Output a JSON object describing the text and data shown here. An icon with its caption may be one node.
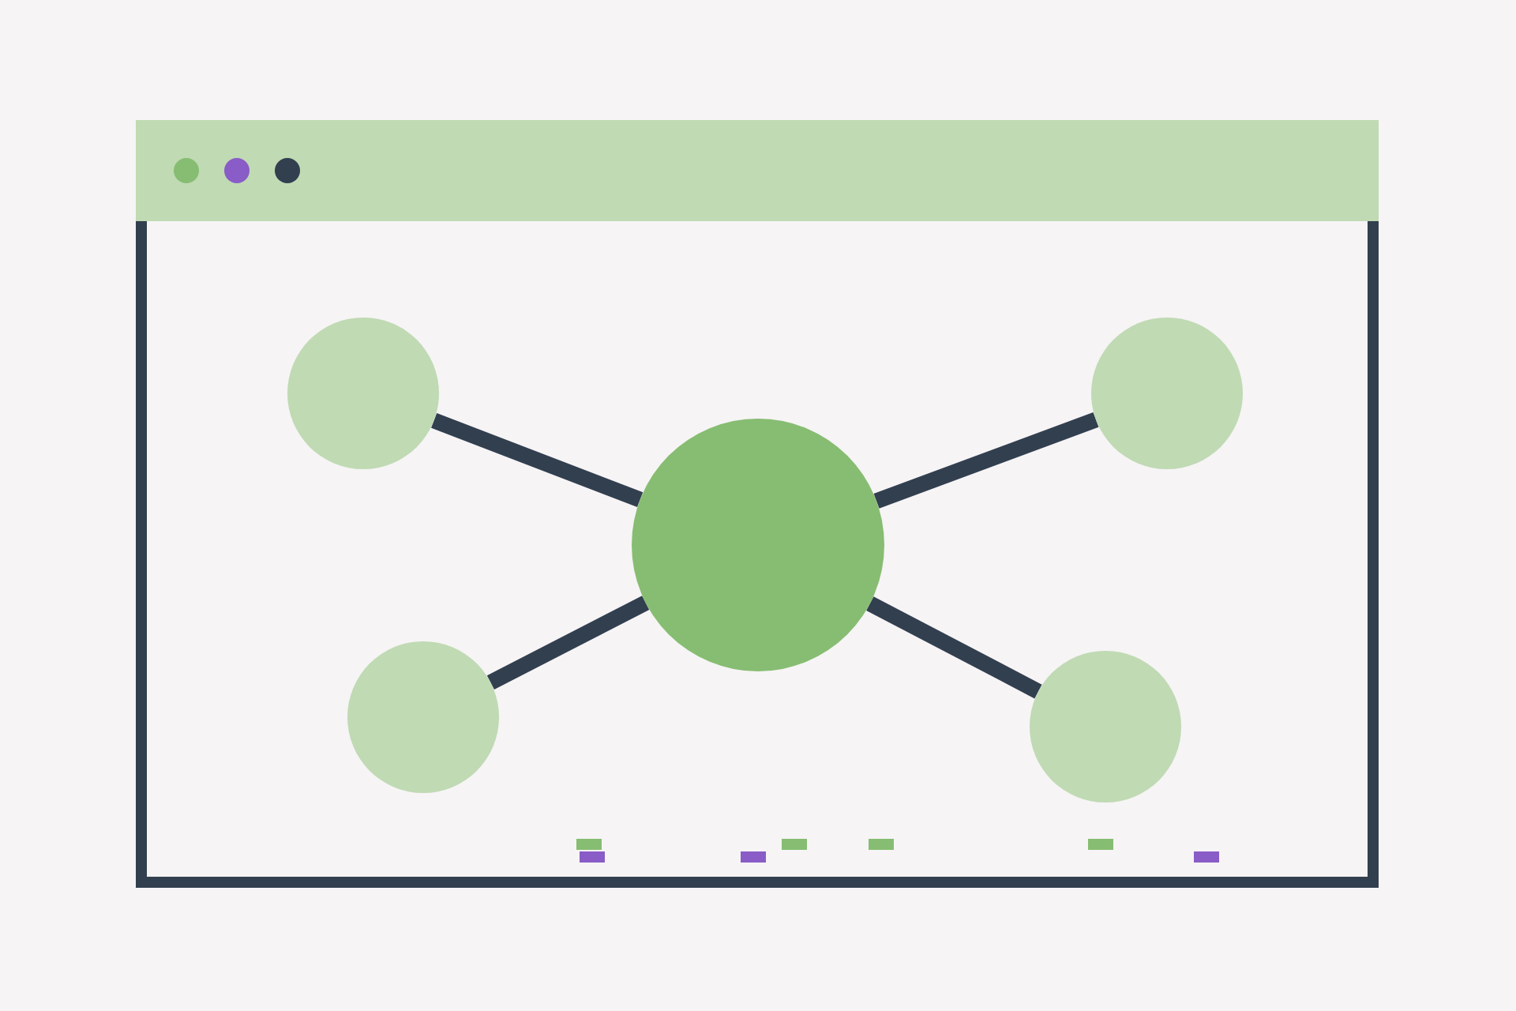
{
  "diagram": {
    "nodes": [
      {
        "text": [],
        "shape": "circle"
      },
      {
        "text": [],
        "shape": "circle"
      },
      {
        "text": [],
        "shape": "circle"
      },
      {
        "text": [],
        "shape": "circle"
      },
      {
        "text": [],
        "shape": "circle"
      }
    ],
    "edges": [
      {
        "from": 2,
        "to": 0,
        "arrow": "none"
      },
      {
        "from": 2,
        "to": 1,
        "arrow": "none"
      },
      {
        "from": 2,
        "to": 3,
        "arrow": "none"
      },
      {
        "from": 2,
        "to": 4,
        "arrow": "none"
      }
    ]
  }
}
